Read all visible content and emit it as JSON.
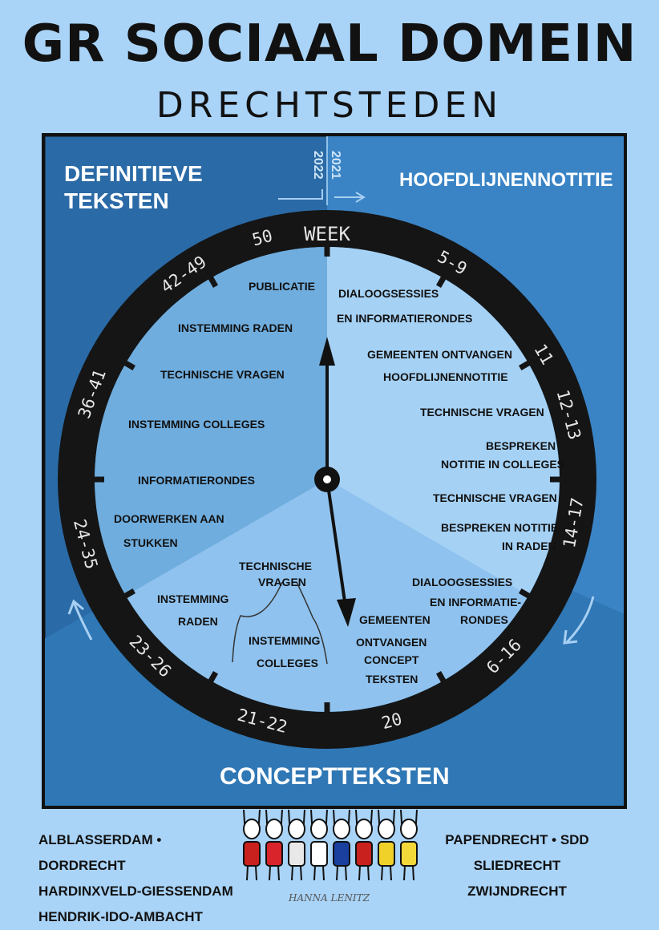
{
  "title": "GR SOCIAAL DOMEIN",
  "subtitle": "DRECHTSTEDEN",
  "year_marker": {
    "from": "2022",
    "to": "2021"
  },
  "quadrants": {
    "definitive": "DEFINITIEVE TEKSTEN",
    "outline": "HOOFDLIJNENNOTITIE",
    "concept": "CONCEPTTEKSTEN"
  },
  "dial": {
    "header": "WEEK",
    "ticks": [
      {
        "label": "50",
        "angle": -15
      },
      {
        "label": "5-9",
        "angle": 30
      },
      {
        "label": "11",
        "angle": 60
      },
      {
        "label": "12-13",
        "angle": 75
      },
      {
        "label": "14-17",
        "angle": 100
      },
      {
        "label": "6-16",
        "angle": 135
      },
      {
        "label": "20",
        "angle": 165
      },
      {
        "label": "21-22",
        "angle": 195
      },
      {
        "label": "23-26",
        "angle": 225
      },
      {
        "label": "24-35",
        "angle": 255
      },
      {
        "label": "36-41",
        "angle": 290
      },
      {
        "label": "42-49",
        "angle": 325
      }
    ],
    "tick_marks": [
      0,
      30,
      60,
      90,
      120,
      150,
      180,
      210,
      240,
      270,
      300,
      330
    ]
  },
  "steps_right": [
    "DIALOOGSESSIES",
    "EN INFORMATIERONDES",
    "GEMEENTEN ONTVANGEN",
    "HOOFDLIJNENNOTITIE",
    "TECHNISCHE VRAGEN",
    "BESPREKEN",
    "NOTITIE IN COLLEGES",
    "TECHNISCHE VRAGEN",
    "BESPREKEN NOTITIE",
    "IN RADEN",
    "DIALOOGSESSIES",
    "EN INFORMATIE-",
    "RONDES"
  ],
  "steps_left": [
    "PUBLICATIE",
    "INSTEMMING RADEN",
    "TECHNISCHE VRAGEN",
    "INSTEMMING COLLEGES",
    "INFORMATIERONDES",
    "DOORWERKEN AAN",
    "STUKKEN"
  ],
  "steps_bottom": [
    "TECHNISCHE",
    "VRAGEN",
    "INSTEMMING",
    "RADEN",
    "INSTEMMING",
    "COLLEGES",
    "GEMEENTEN",
    "ONTVANGEN",
    "CONCEPT",
    "TEKSTEN"
  ],
  "footer_left": [
    "ALBLASSERDAM • DORDRECHT",
    "HARDINXVELD-GIESSENDAM",
    "HENDRIK-IDO-AMBACHT"
  ],
  "footer_right": [
    "PAPENDRECHT • SDD",
    "SLIEDRECHT",
    "ZWIJNDRECHT"
  ],
  "signature": "HANNA LENITZ",
  "colors": {
    "background": "#a9d3f7",
    "frame": "#111111",
    "dark_blue": "#2e6ea8",
    "mid_blue": "#4a8ccb",
    "light_blue": "#9ccbf2",
    "ring": "#161616"
  }
}
